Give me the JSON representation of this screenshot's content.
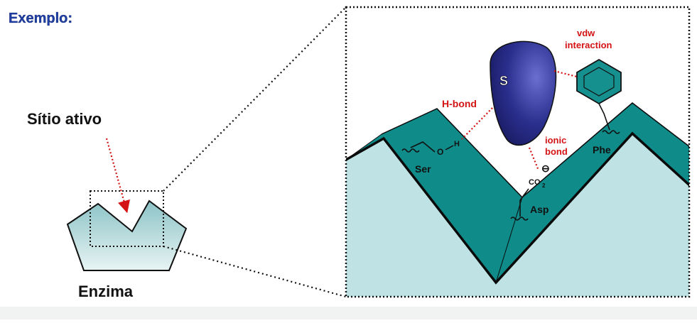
{
  "heading": "Exemplo:",
  "labels": {
    "active_site": "Sítio ativo",
    "enzyme": "Enzima",
    "substrate": "S",
    "vdw_line1": "vdw",
    "vdw_line2": "interaction",
    "h_bond": "H-bond",
    "ionic_line1": "ionic",
    "ionic_line2": "bond",
    "charge": "⊖",
    "carboxylate": "CO",
    "carboxylate_sub": "2",
    "oxygen": "O",
    "hydrogen": "H",
    "ser": "Ser",
    "asp": "Asp",
    "phe": "Phe"
  },
  "colors": {
    "heading": "#1f3fa3",
    "enzyme_dark": "#0f8c8a",
    "enzyme_light": "#bfe3e4",
    "substrate": "#2b2f8e",
    "interaction": "#d41414"
  },
  "icons": {
    "phenyl_ring": "benzene-ring-icon",
    "side_chain_wave": "wavy-bond-icon"
  }
}
